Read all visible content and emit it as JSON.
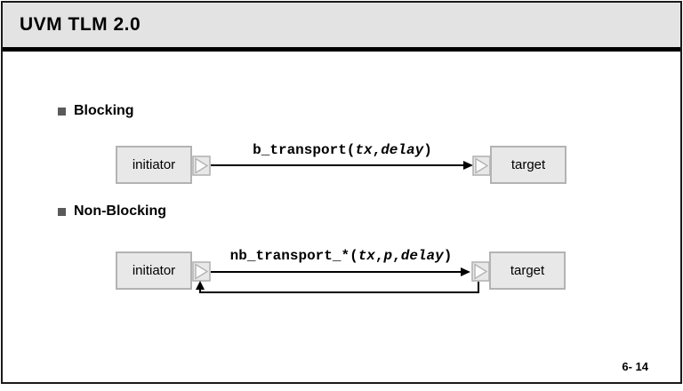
{
  "title_bar": {
    "title": "UVM TLM 2.0"
  },
  "sections": {
    "blocking": {
      "heading": "Blocking",
      "initiator_label": "initiator",
      "target_label": "target",
      "call": {
        "fn_open": "b_transport(",
        "arg1": "tx",
        "sep1": ",",
        "arg2": "delay",
        "close": ")"
      }
    },
    "nonblocking": {
      "heading": "Non-Blocking",
      "initiator_label": "initiator",
      "target_label": "target",
      "call": {
        "fn_open": "nb_transport_*(",
        "arg1": "tx",
        "sep1": ",",
        "arg2": "p",
        "sep2": ",",
        "arg3": "delay",
        "close": ")"
      }
    }
  },
  "footer": {
    "page_number": "6- 14"
  },
  "colors": {
    "title_bar_bg": "#e3e3e3",
    "box_fill": "#e8e8e8",
    "box_border": "#b3b3b3",
    "bullet": "#5a5a5a",
    "arrow": "#000000",
    "frame_border": "#1a1a1a"
  }
}
